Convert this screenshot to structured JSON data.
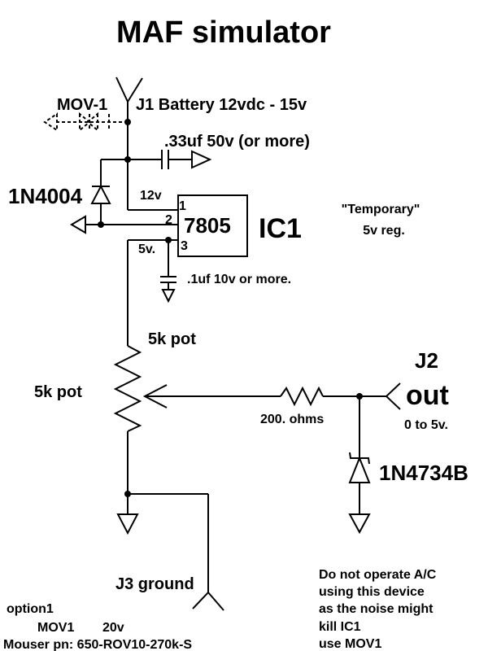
{
  "title": "MAF simulator",
  "labels": {
    "mov1": "MOV-1",
    "j1": "J1 Battery 12vdc - 15v",
    "cap1": ".33uf 50v (or more)",
    "diode1": "1N4004",
    "v12": "12v",
    "pin1": "1",
    "pin2": "2",
    "pin3": "3",
    "reg_part": "7805",
    "ic_name": "IC1",
    "temp_note_1": "\"Temporary\"",
    "temp_note_2": "5v reg.",
    "v5": "5v.",
    "cap2": ".1uf 10v or more.",
    "pot_top": "5k pot",
    "pot_left": "5k pot",
    "j2": "J2",
    "out": "out",
    "out_range": "0 to 5v.",
    "resistor": "200. ohms",
    "zener": "1N4734B",
    "j3": "J3 ground"
  },
  "option_note": [
    "option1",
    "MOV1",
    "20v",
    "Mouser pn: 650-ROV10-270k-S"
  ],
  "warning_note": [
    "Do not operate A/C",
    "using this device",
    "as the noise might",
    "kill IC1",
    "use MOV1"
  ]
}
